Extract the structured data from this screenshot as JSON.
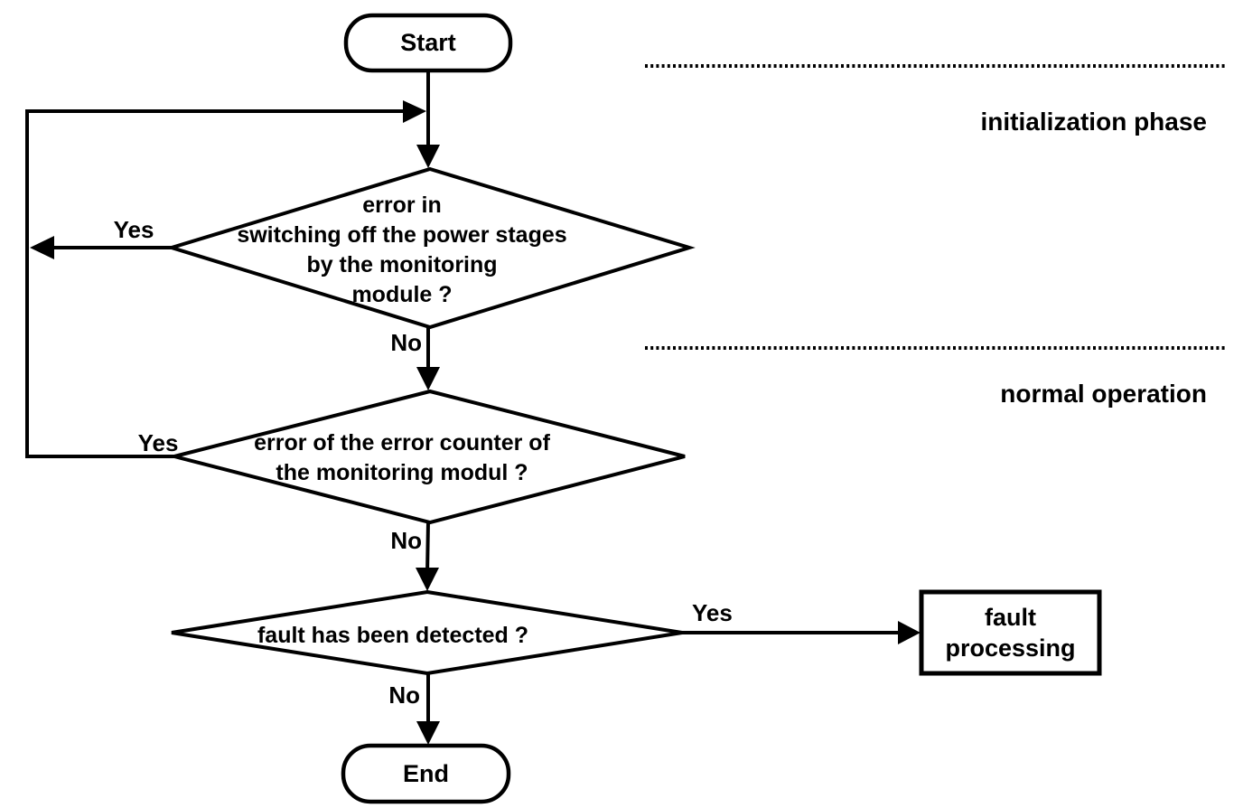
{
  "diagram": {
    "background": "#ffffff",
    "stroke_color": "#000000",
    "nodes": {
      "start": {
        "label": "Start"
      },
      "end": {
        "label": "End"
      },
      "fault_processing": {
        "lines": [
          "fault",
          "processing"
        ]
      }
    },
    "decisions": {
      "switch_off_error": {
        "lines": [
          "error in",
          "switching off the power stages",
          "by the monitoring",
          "module ?"
        ]
      },
      "error_counter": {
        "lines": [
          "error of the error counter of",
          "the monitoring modul ?"
        ]
      },
      "fault_detected": {
        "lines": [
          "fault has been detected ?"
        ]
      }
    },
    "edge_labels": {
      "yes": "Yes",
      "no": "No"
    },
    "phase_labels": {
      "initialization": "initialization phase",
      "normal_operation": "normal operation"
    }
  }
}
